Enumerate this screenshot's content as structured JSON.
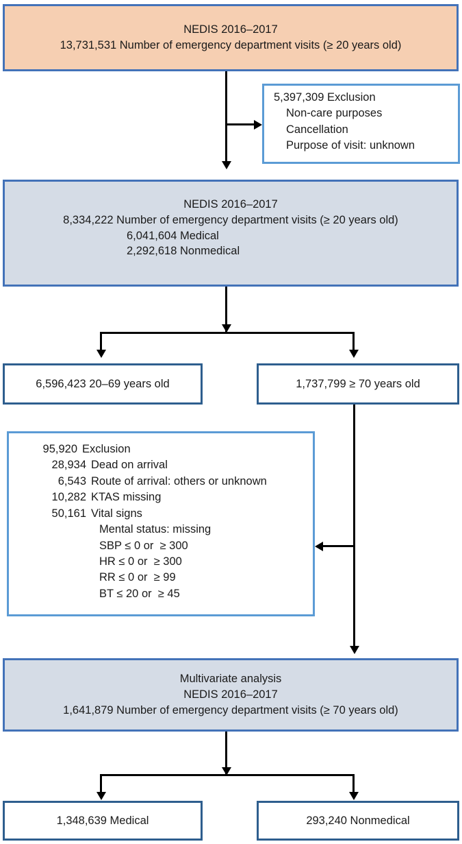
{
  "chart_data": {
    "type": "diagram",
    "title": "NEDIS 2016-2017 emergency department visit study flow diagram",
    "nodes": [
      {
        "id": "source-cohort",
        "style": "peach",
        "lines": [
          "NEDIS 2016–2017",
          "13,731,531 Number of emergency department visits (≥ 20 years old)"
        ],
        "count": 13731531
      },
      {
        "id": "exclusion-1",
        "style": "white-lightblue",
        "lines": [
          "5,397,309 Exclusion",
          "Non-care purposes",
          "Cancellation",
          "Purpose of visit: unknown"
        ],
        "count": 5397309
      },
      {
        "id": "eligible-cohort",
        "style": "bluegray",
        "lines": [
          "NEDIS 2016–2017",
          "8,334,222 Number of emergency department visits (≥ 20 years old)",
          "6,041,604 Medical",
          "2,292,618 Nonmedical"
        ],
        "count": 8334222
      },
      {
        "id": "age-20-69",
        "style": "white-navy",
        "lines": [
          "6,596,423 20–69 years old"
        ],
        "count": 6596423
      },
      {
        "id": "age-70-plus",
        "style": "white-navy",
        "lines": [
          "1,737,799 ≥ 70 years old"
        ],
        "count": 1737799
      },
      {
        "id": "exclusion-2",
        "style": "white-lightblue",
        "lines": [
          "95,920 Exclusion",
          "28,934 Dead on arrival",
          "6,543 Route of arrival: others or unknown",
          "10,282 KTAS missing",
          "50,161 Vital signs",
          "Mental status: missing",
          "SBP ≤ 0 or  ≥ 300",
          "HR ≤ 0 or  ≥ 300",
          "RR ≤ 0 or  ≥ 99",
          "BT ≤ 20 or  ≥ 45"
        ],
        "count": 95920
      },
      {
        "id": "final-cohort",
        "style": "bluegray",
        "lines": [
          "Multivariate analysis",
          "NEDIS 2016–2017",
          "1,641,879 Number of emergency department visits (≥ 70 years old)"
        ],
        "count": 1641879
      },
      {
        "id": "final-medical",
        "style": "white-navy",
        "lines": [
          "1,348,639 Medical"
        ],
        "count": 1348639
      },
      {
        "id": "final-nonmedical",
        "style": "white-navy",
        "lines": [
          "293,240 Nonmedical"
        ],
        "count": 293240
      }
    ],
    "edges": [
      {
        "from": "source-cohort",
        "to": "exclusion-1",
        "kind": "branch-right"
      },
      {
        "from": "source-cohort",
        "to": "eligible-cohort",
        "kind": "down"
      },
      {
        "from": "eligible-cohort",
        "to": "age-20-69",
        "kind": "split-left"
      },
      {
        "from": "eligible-cohort",
        "to": "age-70-plus",
        "kind": "split-right"
      },
      {
        "from": "age-70-plus",
        "to": "exclusion-2",
        "kind": "branch-left"
      },
      {
        "from": "age-70-plus",
        "to": "final-cohort",
        "kind": "down"
      },
      {
        "from": "final-cohort",
        "to": "final-medical",
        "kind": "split-left"
      },
      {
        "from": "final-cohort",
        "to": "final-nonmedical",
        "kind": "split-right"
      }
    ],
    "colors": {
      "peach_fill": "#f6cfb2",
      "bluegray_fill": "#d5dce6",
      "medium_blue_border": "#4372b8",
      "light_blue_border": "#5b9bd5",
      "navy_border": "#2e5e8e",
      "connector": "#000000",
      "text": "#1a1a1a"
    }
  },
  "source_cohort": {
    "title": "NEDIS 2016–2017",
    "visits": "13,731,531 Number of emergency department visits (≥ 20 years old)"
  },
  "exclusion_1": {
    "heading_num": "5,397,309",
    "heading_label": "Exclusion",
    "reason_1": "Non-care purposes",
    "reason_2": "Cancellation",
    "reason_3": "Purpose of visit: unknown"
  },
  "eligible_cohort": {
    "title": "NEDIS 2016–2017",
    "visits": "8,334,222 Number of emergency department visits (≥ 20 years old)",
    "medical": "6,041,604 Medical",
    "nonmedical": "2,292,618 Nonmedical"
  },
  "age_split": {
    "younger": "6,596,423 20–69 years old",
    "older": "1,737,799 ≥ 70 years old"
  },
  "exclusion_2": {
    "heading_num": "95,920",
    "heading_label": "Exclusion",
    "item_1_num": "28,934",
    "item_1_label": "Dead on arrival",
    "item_2_num": "6,543",
    "item_2_label": "Route of arrival: others or unknown",
    "item_3_num": "10,282",
    "item_3_label": "KTAS missing",
    "item_4_num": "50,161",
    "item_4_label": "Vital signs",
    "vital_1": "Mental status: missing",
    "vital_2": "SBP ≤ 0 or  ≥ 300",
    "vital_3": "HR ≤ 0 or  ≥ 300",
    "vital_4": "RR ≤ 0 or  ≥ 99",
    "vital_5": "BT ≤ 20 or  ≥ 45"
  },
  "final_cohort": {
    "analysis": "Multivariate analysis",
    "title": "NEDIS 2016–2017",
    "visits": "1,641,879 Number of emergency department visits (≥ 70 years old)"
  },
  "final_split": {
    "medical": "1,348,639 Medical",
    "nonmedical": "293,240 Nonmedical"
  }
}
